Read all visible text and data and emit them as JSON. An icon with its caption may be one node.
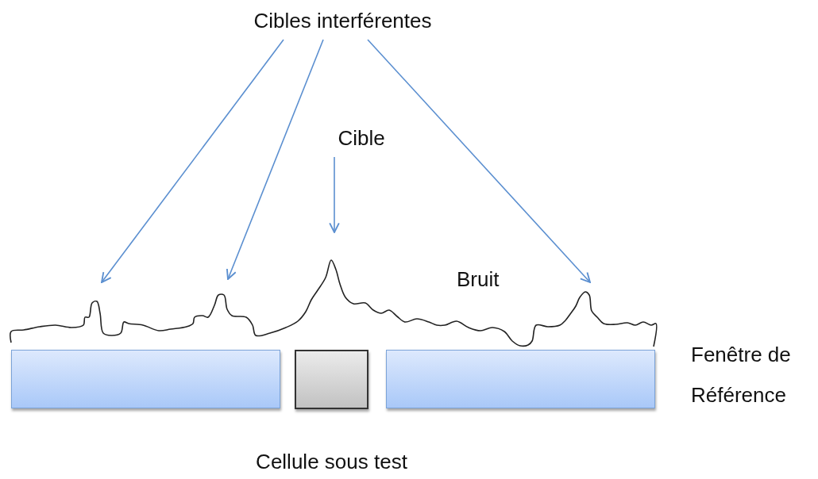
{
  "diagram": {
    "nodes": [
      {
        "text": [
          "Cibles interférentes"
        ]
      },
      {
        "text": [
          "Cible"
        ]
      },
      {
        "text": [],
        "shape": "bar"
      },
      {
        "text": [],
        "shape": "box",
        "beside": [
          "Cellule sous test"
        ]
      },
      {
        "text": [],
        "shape": "bar"
      }
    ],
    "edges": [
      {
        "from": 0,
        "to": null,
        "arrow": "to"
      },
      {
        "from": 0,
        "to": null,
        "arrow": "to"
      },
      {
        "from": 0,
        "to": null,
        "arrow": "to"
      },
      {
        "from": 1,
        "to": null,
        "arrow": "to"
      }
    ],
    "labels": [
      "Bruit",
      "Fenêtre de Référence"
    ]
  }
}
